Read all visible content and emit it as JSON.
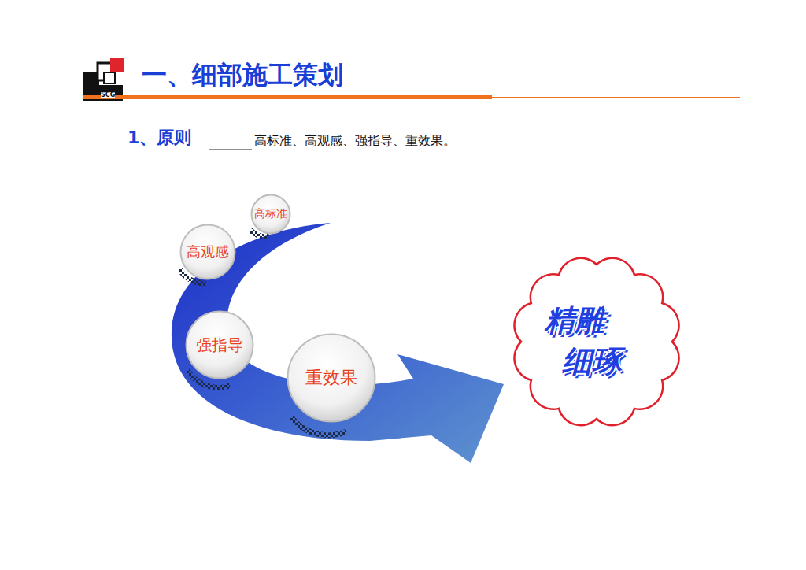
{
  "diagram": {
    "title": "一、细部施工策划",
    "nodes": [
      {
        "text": [
          "高标准"
        ]
      },
      {
        "text": [
          "高观感"
        ]
      },
      {
        "text": [
          "强指导"
        ]
      },
      {
        "text": [
          "重效果"
        ]
      },
      {
        "text": [
          "精雕",
          "细琢"
        ]
      }
    ],
    "labels": [
      "SCG",
      "1、原则",
      "高标准、高观感、强指导、重效果。"
    ]
  }
}
